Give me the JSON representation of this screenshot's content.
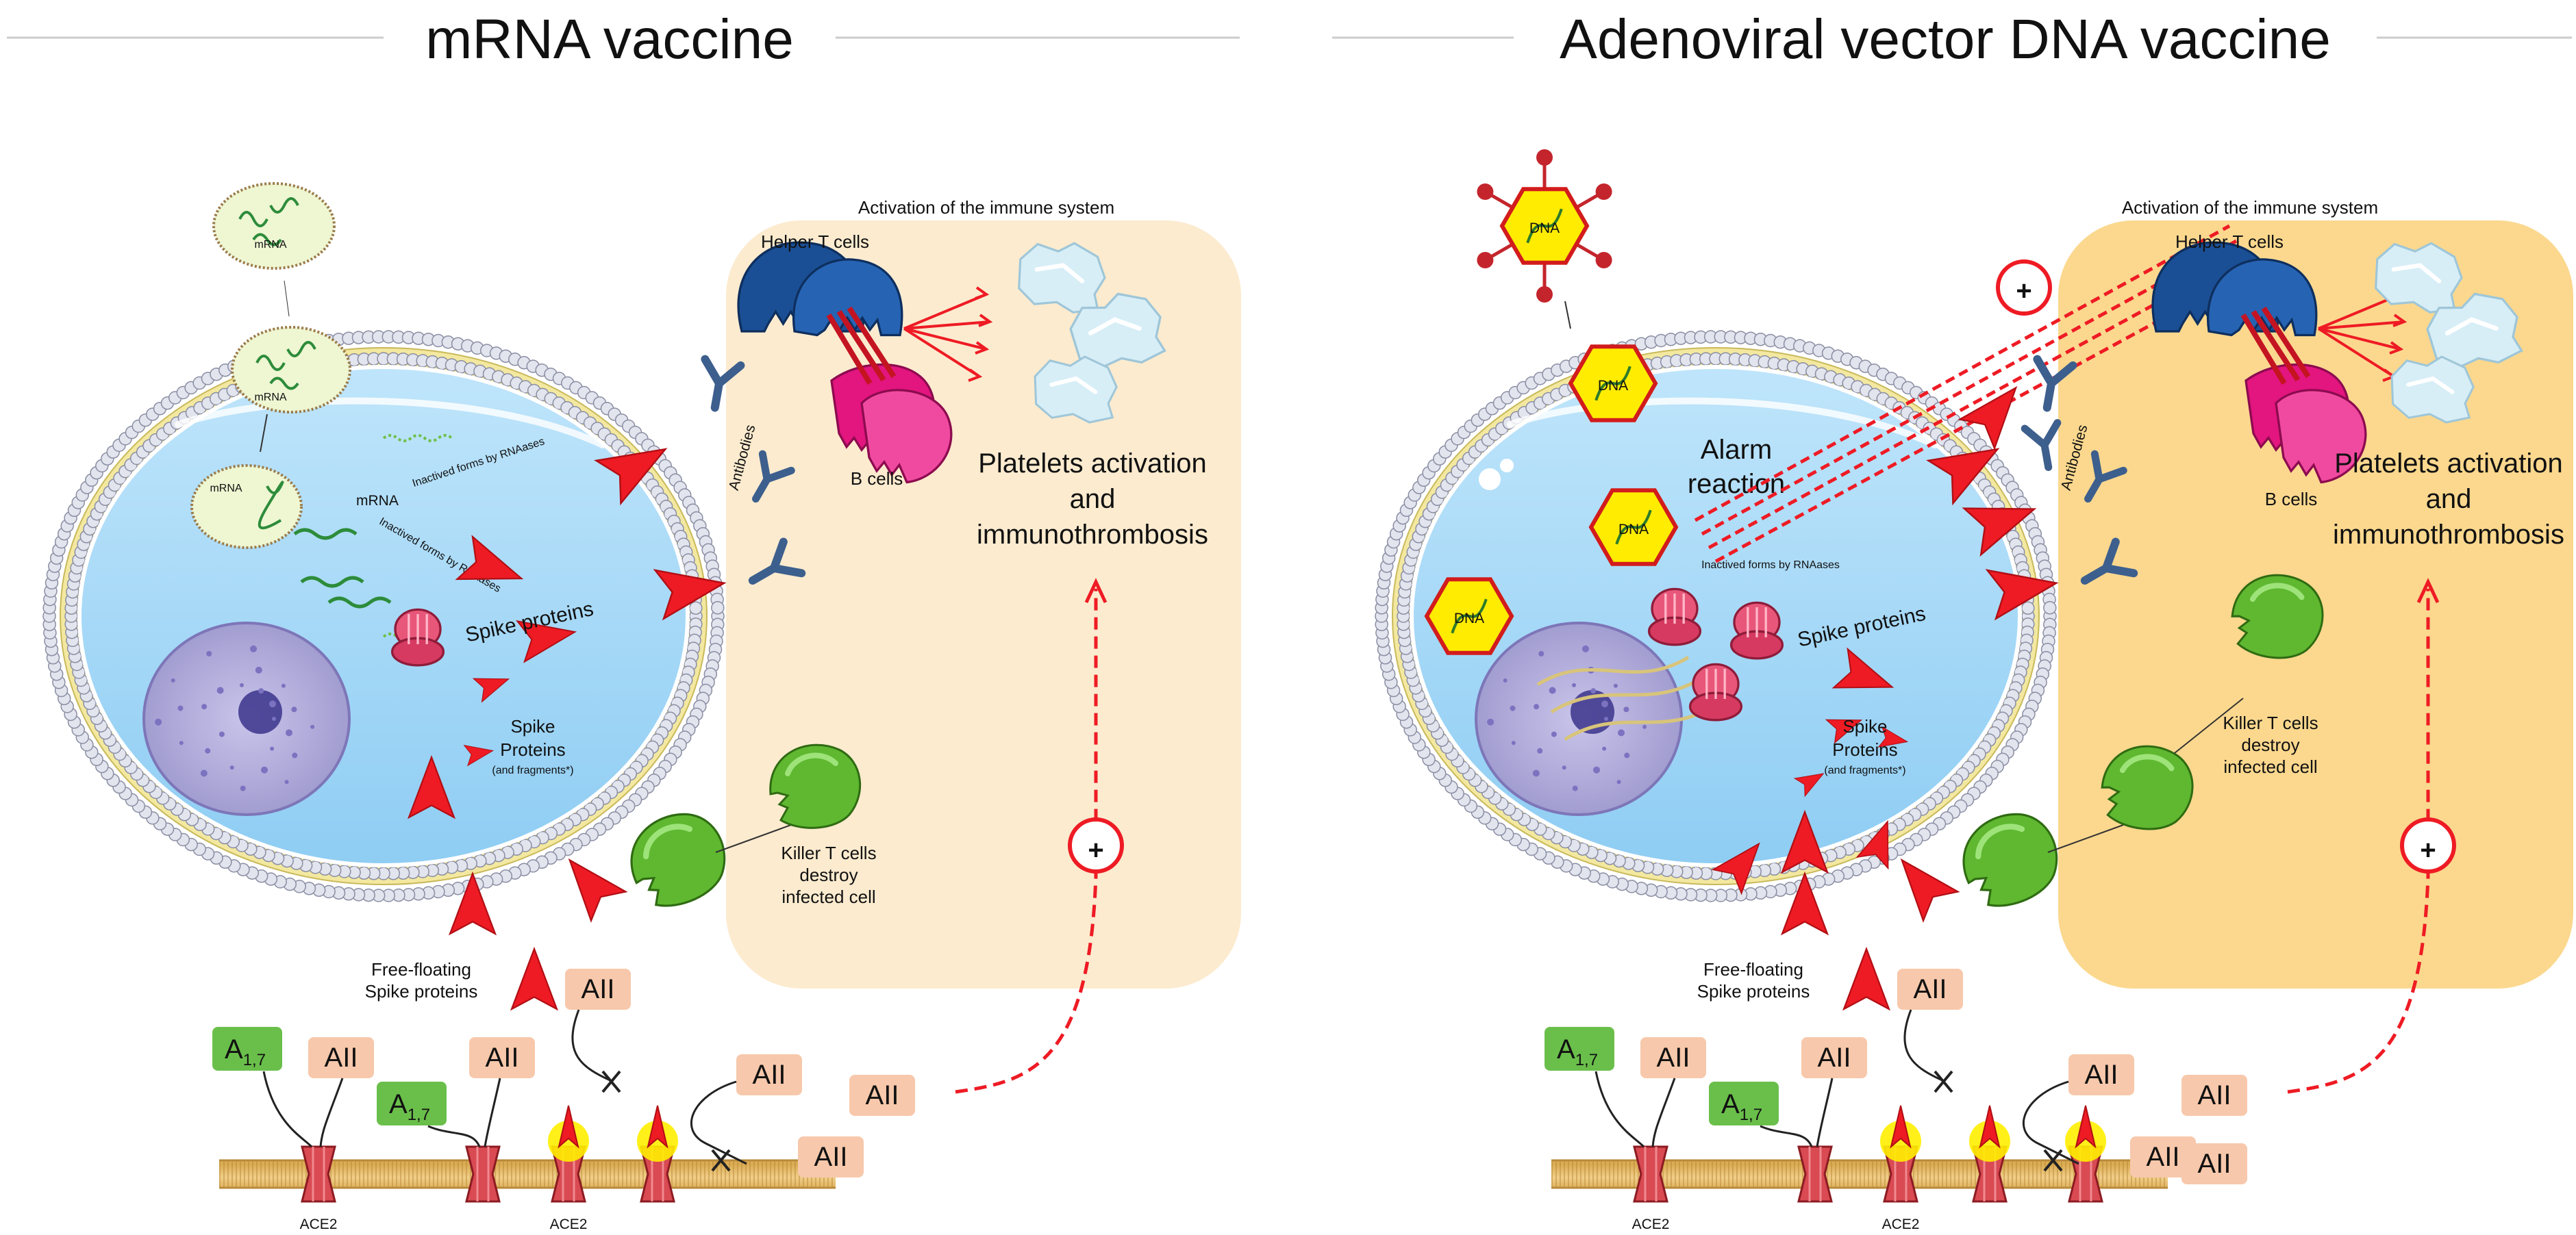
{
  "panels": [
    {
      "title": "mRNA vaccine",
      "vesicle_label": "mRNA",
      "vesicle_inner_label": "mRNA",
      "vesicle_in_cell_label": "mRNA",
      "mrna_label": "mRNA",
      "inactivated_label_1": "Inactived forms by RNAases",
      "inactivated_label_2": "Inactived forms by RNAases",
      "spike_proteins": "Spike proteins",
      "spike_proteins_fragments_1": "Spike",
      "spike_proteins_fragments_2": "Proteins",
      "spike_proteins_fragments_3": "(and fragments*)",
      "killer_t_1": "Killer T cells",
      "killer_t_2": "destroy",
      "killer_t_3": "infected cell",
      "free_floating_1": "Free-floating",
      "free_floating_2": "Spike proteins",
      "immune_title": "Activation of the immune system",
      "helper_t": "Helper T cells",
      "b_cells": "B cells",
      "antibodies": "Antibodies",
      "platelets_1": "Platelets activation",
      "platelets_2": "and",
      "platelets_3": "immunothrombosis",
      "ace2_a": "ACE2",
      "ace2_b": "ACE2",
      "a17_main": "A",
      "a17_sub": "1,7",
      "aii": "AII",
      "plus": "+"
    },
    {
      "title": "Adenoviral vector DNA vaccine",
      "dna_label": "DNA",
      "alarm_1": "Alarm",
      "alarm_2": "reaction",
      "inactivated_label": "Inactived forms by RNAases",
      "spike_proteins": "Spike proteins",
      "spike_proteins_fragments_1": "Spike",
      "spike_proteins_fragments_2": "Proteins",
      "spike_proteins_fragments_3": "(and fragments*)",
      "killer_t_1": "Killer T cells",
      "killer_t_2": "destroy",
      "killer_t_3": "infected cell",
      "free_floating_1": "Free-floating",
      "free_floating_2": "Spike proteins",
      "immune_title": "Activation of the immune system",
      "helper_t": "Helper T cells",
      "b_cells": "B cells",
      "antibodies": "Antibodies",
      "platelets_1": "Platelets activation",
      "platelets_2": "and",
      "platelets_3": "immunothrombosis",
      "ace2_a": "ACE2",
      "ace2_b": "ACE2",
      "a17_main": "A",
      "a17_sub": "1,7",
      "aii": "AII",
      "plus": "+"
    }
  ],
  "colors": {
    "cytoplasm": "#a7d9f7",
    "membrane_bead": "#e2e4ee",
    "nucleus": "#b3afd8",
    "panel_light": "#fcebcf",
    "panel_dark": "#fbd88e",
    "spike_red": "#ee1b24",
    "aii_box": "#f7c8ab",
    "a17_box": "#6abf4b",
    "helper_t": "#1b4f95",
    "b_cell": "#e3157f",
    "killer_t": "#5fb830",
    "platelet": "#d7eef7",
    "antibody": "#3d5f8d",
    "adeno_hex": "#ffec00"
  }
}
